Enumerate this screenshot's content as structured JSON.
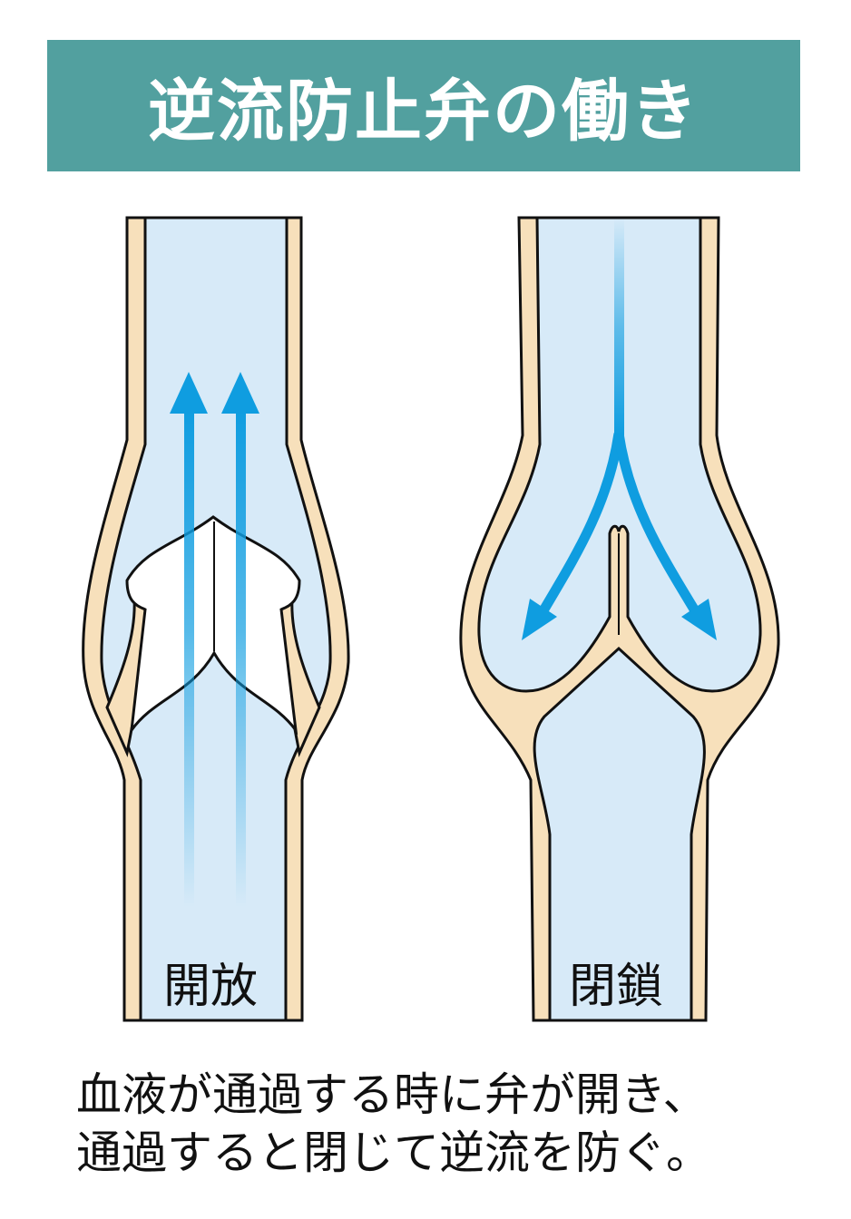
{
  "title": "逆流防止弁の働き",
  "labels": {
    "open": "開放",
    "closed": "閉鎖"
  },
  "caption": {
    "line1": "血液が通過する時に弁が開き、",
    "line2": "通過すると閉じて逆流を防ぐ。"
  },
  "colors": {
    "header": "#52a09f",
    "wall": "#f7e0bb",
    "lumen": "#d7eaf8",
    "arrow": "#0f9de0"
  }
}
